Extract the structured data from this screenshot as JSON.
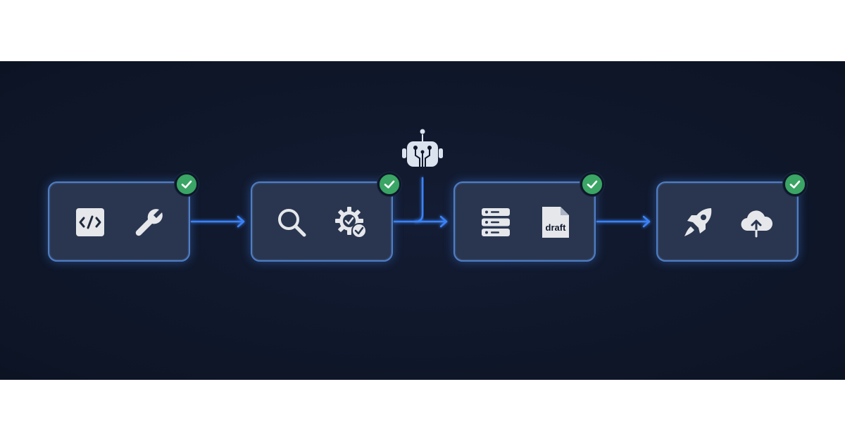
{
  "colors": {
    "background": "#0f172a",
    "card_fill": "#2a3650",
    "card_border": "#4f7ec4",
    "connector": "#3b82f6",
    "check": "#3aa564",
    "icon": "#e5e7eb"
  },
  "stages": [
    {
      "icons": [
        "code-icon",
        "wrench-icon"
      ],
      "status": "complete"
    },
    {
      "icons": [
        "search-icon",
        "gear-check-icon"
      ],
      "status": "complete"
    },
    {
      "icons": [
        "server-stack-icon",
        "draft-document-icon"
      ],
      "status": "complete",
      "doc_label": "draft"
    },
    {
      "icons": [
        "rocket-icon",
        "cloud-upload-icon"
      ],
      "status": "complete"
    }
  ],
  "agent": {
    "icon": "robot-icon",
    "joins_after_stage": 2
  }
}
